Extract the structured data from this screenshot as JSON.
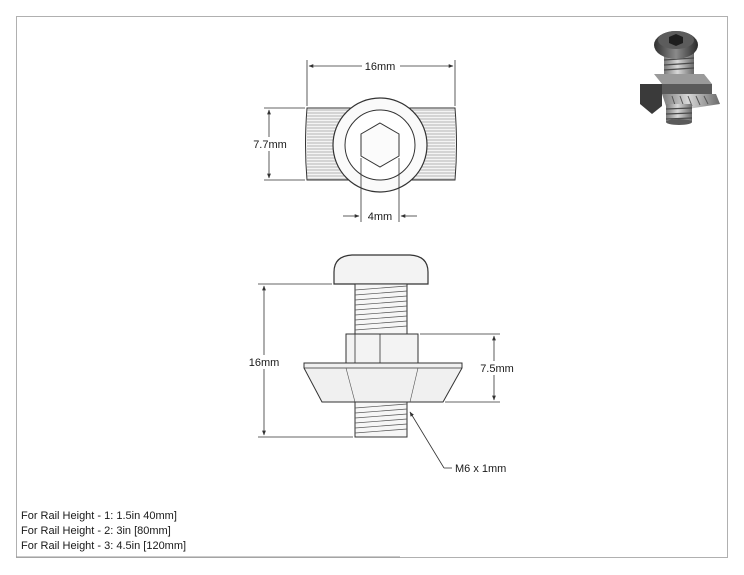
{
  "dimensions": {
    "top_width": "16mm",
    "top_height": "7.7mm",
    "hex_socket": "4mm",
    "side_height": "16mm",
    "nut_height": "7.5mm",
    "thread": "M6 x 1mm"
  },
  "notes": [
    "For Rail Height - 1: 1.5in 40mm]",
    "For Rail Height - 2: 3in [80mm]",
    "For Rail Height - 3: 4.5in [120mm]"
  ],
  "colors": {
    "line": "#333333",
    "fill": "#f2f2f2",
    "frame": "#b0b0b0"
  },
  "icons": {
    "isometric_preview": "tnut-bolt-3d-render"
  }
}
